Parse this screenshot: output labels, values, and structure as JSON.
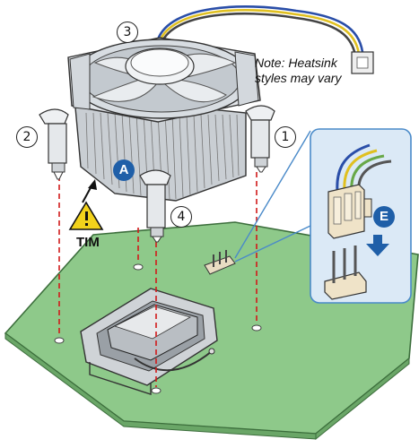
{
  "labels": {
    "step1": "1",
    "step2": "2",
    "step3": "3",
    "step4": "4",
    "badge_a": "A",
    "badge_e": "E",
    "tim": "TIM",
    "note_line1": "Note: Heatsink",
    "note_line2": "styles may vary"
  },
  "colors": {
    "board": "#8ec98a",
    "board_edge": "#3c6e3c",
    "fan_metal": "#d8dde2",
    "fin_metal": "#c9ced3",
    "blue_accent": "#1f5fa8",
    "warning": "#f2d21b",
    "guide_line": "#d11a1a",
    "inset_fill": "#dbe9f6",
    "inset_border": "#4a8ac9"
  },
  "icons": {
    "warning": "warning-triangle-icon",
    "down_arrow": "down-arrow-icon"
  }
}
